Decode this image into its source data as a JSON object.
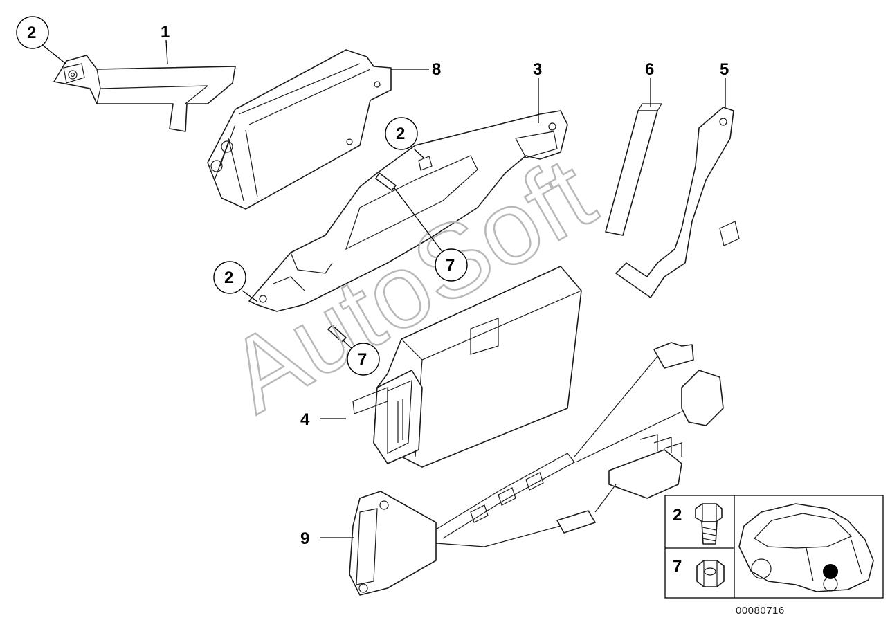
{
  "callouts": {
    "c1": "1",
    "c2a": "2",
    "c2b": "2",
    "c2c": "2",
    "c3": "3",
    "c4": "4",
    "c5": "5",
    "c6": "6",
    "c7a": "7",
    "c7b": "7",
    "c8": "8",
    "c9": "9"
  },
  "watermark": "AutoSoft",
  "inset": {
    "screw_label": "2",
    "nut_label": "7"
  },
  "reference_code": "00080716"
}
